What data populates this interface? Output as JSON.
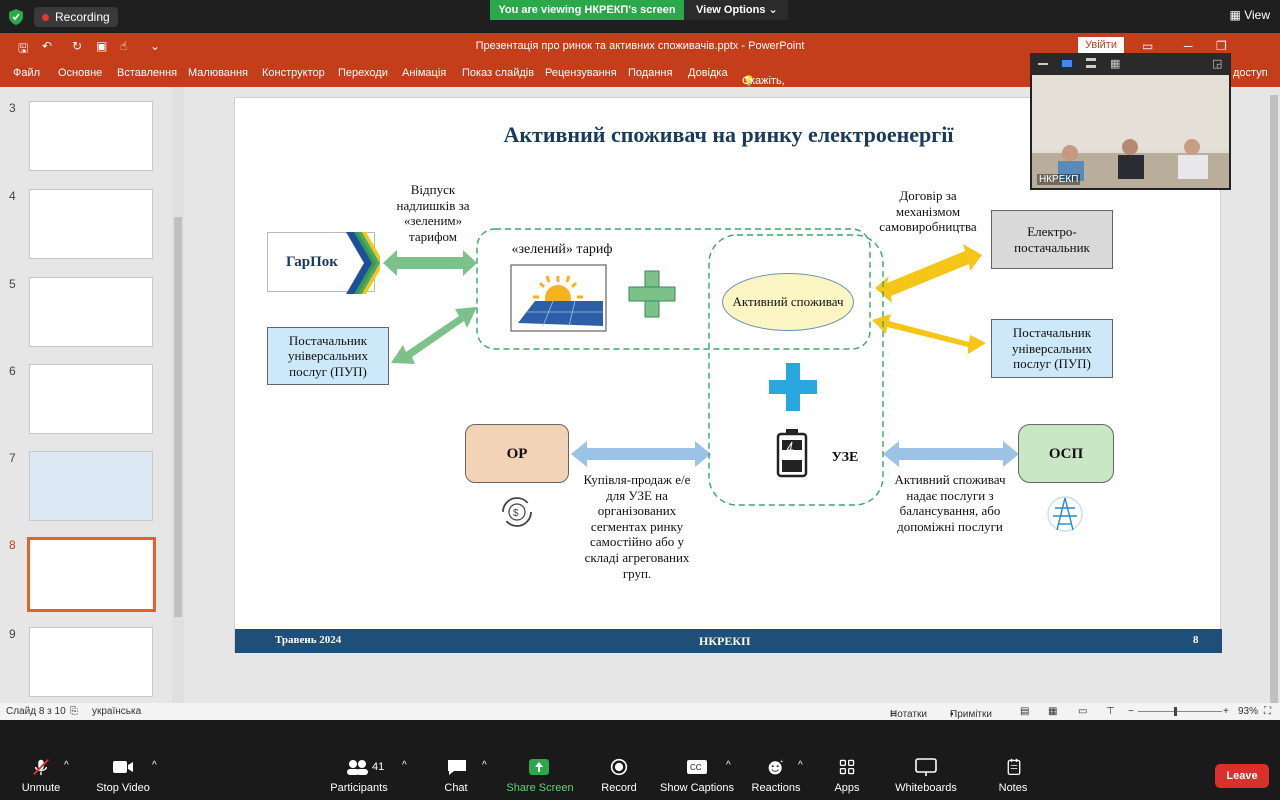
{
  "zoom_top": {
    "recording": "Recording",
    "viewing_banner": "You are viewing НКРЕКП's screen",
    "view_options": "View Options",
    "view": "View"
  },
  "ppt": {
    "window_title": "Презентація про ринок та активних споживачів.pptx  -  PowerPoint",
    "signin": "Увійти",
    "ribbon_tabs": [
      "Файл",
      "Основне",
      "Вставлення",
      "Малювання",
      "Конструктор",
      "Переходи",
      "Анімація",
      "Показ слайдів",
      "Рецензування",
      "Подання",
      "Довідка"
    ],
    "tell_me": "Скажіть, що потрібно зробити",
    "share": "доступ",
    "thumb_numbers": [
      "3",
      "4",
      "5",
      "6",
      "7",
      "8",
      "9"
    ],
    "status_left": "Слайд 8 з 10",
    "status_lang": "українська",
    "notes": "Нотатки",
    "comments": "Примітки",
    "zoom_level": "93%"
  },
  "slide": {
    "title": "Активний споживач на ринку електроенергії",
    "garpok": "ГарПок",
    "pup_left": "Постачальник універсальних послуг (ПУП)",
    "vidpusk": "Відпуск надлишків за «зеленим» тарифом",
    "green_tariff": "«зелений» тариф",
    "active_consumer": "Активний споживач",
    "dogovir": "Договір за механізмом самовиробництва",
    "elektro": "Електро-постачальник",
    "pup_right": "Постачальник універсальних послуг (ПУП)",
    "or": "ОР",
    "uze": "УЗЕ",
    "osp": "ОСП",
    "kupivlya": "Купівля-продаж е/е для УЗЕ на організованих сегментах ринку самостійно або у складі агрегованих груп.",
    "active_services": "Активний споживач надає послуги з балансування, або допоміжні послуги",
    "footer_date": "Травень 2024",
    "footer_org": "НКРЕКП",
    "footer_page": "8"
  },
  "camera": {
    "name": "НКРЕКП"
  },
  "zoom_bottom": {
    "unmute": "Unmute",
    "stop_video": "Stop Video",
    "participants": "Participants",
    "participants_count": "41",
    "chat": "Chat",
    "share_screen": "Share Screen",
    "record": "Record",
    "captions": "Show Captions",
    "reactions": "Reactions",
    "apps": "Apps",
    "whiteboards": "Whiteboards",
    "notes": "Notes",
    "leave": "Leave"
  },
  "colors": {
    "ppt_accent": "#c43e1c",
    "zoom_green": "#2aa84a",
    "leave_red": "#d9302c",
    "slide_footer": "#1f4e79"
  }
}
